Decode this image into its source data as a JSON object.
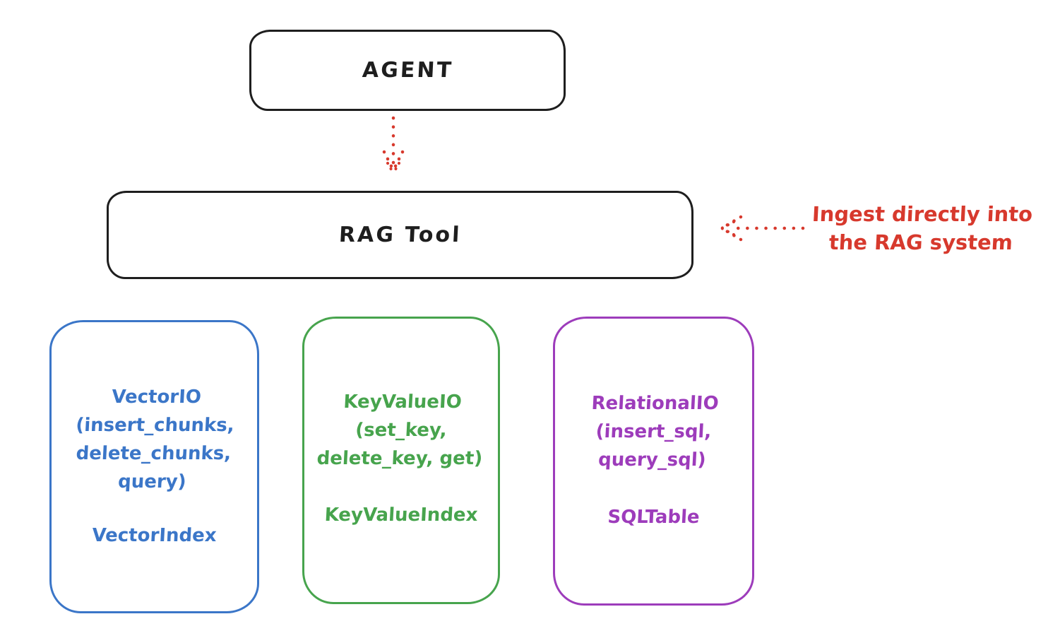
{
  "diagram": {
    "agent_box": {
      "label": "AGENT"
    },
    "rag_tool_box": {
      "label": "RAG Tool"
    },
    "annotation": {
      "line1": "Ingest directly into",
      "line2": "the RAG system"
    },
    "storage_boxes": [
      {
        "name": "VectorIO",
        "color": "#3b76c8",
        "lines": [
          "VectorIO",
          "(insert_chunks,",
          "delete_chunks,",
          "query)"
        ],
        "index_label": "VectorIndex"
      },
      {
        "name": "KeyValueIO",
        "color": "#47a44d",
        "lines": [
          "KeyValueIO",
          "(set_key,",
          "delete_key, get)"
        ],
        "index_label": "KeyValueIndex"
      },
      {
        "name": "RelationalIO",
        "color": "#9d3cbb",
        "lines": [
          "RelationalIO",
          "(insert_sql,",
          "query_sql)"
        ],
        "index_label": "SQLTable"
      }
    ],
    "colors": {
      "ink": "#1e1e1e",
      "arrow_red": "#d7392d",
      "vector_blue": "#3b76c8",
      "keyvalue_green": "#47a44d",
      "relational_purple": "#9d3cbb",
      "background": "#ffffff"
    }
  }
}
